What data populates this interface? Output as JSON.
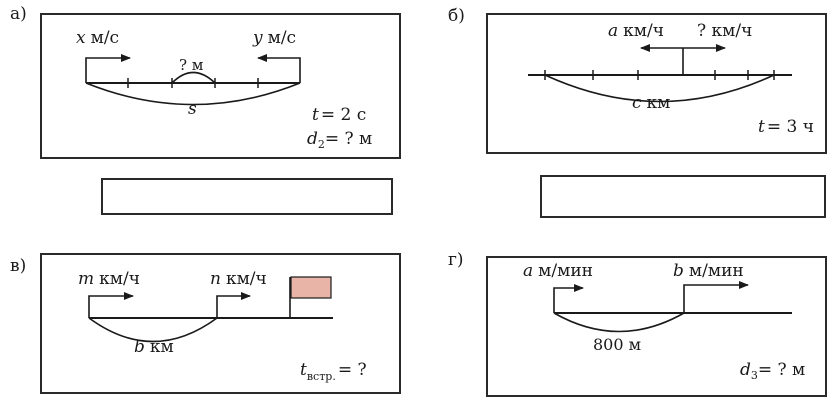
{
  "problems": {
    "a": {
      "label": "а)",
      "speed_left_var": "x",
      "speed_left_unit": "м/с",
      "speed_right_var": "y",
      "speed_right_unit": "м/с",
      "gap_label": "? м",
      "distance_label": "s",
      "t_var": "t",
      "t_value": "= 2 с",
      "d_var": "d",
      "d_sub": "2",
      "d_value": "= ? м"
    },
    "b": {
      "label": "б)",
      "speed_left_var": "a",
      "speed_left_unit": "км/ч",
      "speed_right_label": "? км/ч",
      "distance_var": "c",
      "distance_unit": "км",
      "t_var": "t",
      "t_value": "= 3 ч"
    },
    "v": {
      "label": "в)",
      "speed1_var": "m",
      "speed1_unit": "км/ч",
      "speed2_var": "n",
      "speed2_unit": "км/ч",
      "distance_var": "b",
      "distance_unit": "км",
      "t_var": "t",
      "t_sub": "встр.",
      "t_value": "= ?"
    },
    "g": {
      "label": "г)",
      "speed1_var": "a",
      "speed1_unit": "м/мин",
      "speed2_var": "b",
      "speed2_unit": "м/мин",
      "distance_label": "800 м",
      "d_var": "d",
      "d_sub": "3",
      "d_value": "= ? м"
    }
  },
  "colors": {
    "flag": "#e8b4a8",
    "line": "#1a1a1a"
  }
}
